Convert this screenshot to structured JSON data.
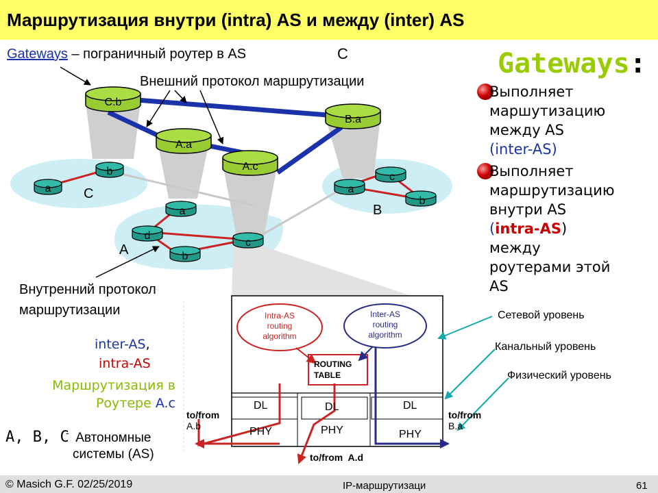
{
  "title": "Маршрутизация внутри (intra) AS и между (inter) AS",
  "gateways_def": {
    "term": "Gateways",
    "rest": " – пограничный роутер в AS",
    "as": "C"
  },
  "external_protocol_label": "Внешний протокол маршрутизации",
  "internal_protocol_label": {
    "line1": "Внутренний протокол",
    "line2": "маршрутизации"
  },
  "as_labels": {
    "C": "C",
    "B": "B",
    "A": "A"
  },
  "routers": {
    "Cb": "C.b",
    "Ba": "B.a",
    "Aa": "A.a",
    "Ac": "A.c",
    "C_a": "a",
    "C_b": "b",
    "A_a": "a",
    "A_d": "d",
    "A_b": "b",
    "A_c": "c",
    "B_a": "a",
    "B_c": "c",
    "B_b": "b"
  },
  "right_panel": {
    "heading": "Gateways",
    "colon": ":",
    "item1": {
      "l1": "Выполняет",
      "l2": "маршутизацию",
      "l3": "между AS",
      "l4": "(inter-AS)"
    },
    "item2": {
      "l1": "Выполняет",
      "l2": "маршрутизацию",
      "l3": "внутри AS",
      "l4_open": "(",
      "l4_term": "intra-AS",
      "l4_close": ")",
      "l5": "между",
      "l6": "роутерами этой",
      "l7": "AS"
    }
  },
  "left_legend": {
    "inter": "inter-AS",
    "inter_comma": ",",
    "intra": "intra-AS",
    "routing_l1": "Маршрутизация в",
    "routing_l2_prefix": "Роутере ",
    "routing_l2_router": "A.c",
    "as_letters": "A, B, C",
    "as_dash": " -",
    "as_l1": "Автономные",
    "as_l2": "системы (AS)"
  },
  "router_internals": {
    "intra_l1": "Intra-AS",
    "intra_l2": "routing",
    "intra_l3": "algorithm",
    "inter_l1": "Inter-AS",
    "inter_l2": "routing",
    "inter_l3": "algorithm",
    "table_l1": "ROUTING",
    "table_l2": "TABLE",
    "dl": "DL",
    "phy": "PHY",
    "to_ab_l1": "to/from",
    "to_ab_l2": "A.b",
    "to_ba_l1": "to/from",
    "to_ba_l2": "B.a",
    "to_ad": "to/from  A.d"
  },
  "layers": {
    "network": "Сетевой уровень",
    "link": "Канальный уровень",
    "physical": "Физический уровень"
  },
  "footer": {
    "left": "© Masich G.F. 02/25/2019",
    "center": "IP-маршрутизаци",
    "page": "61"
  },
  "colors": {
    "title_bg": "#ffff66",
    "router": "#99cc33",
    "inter_link": "#1a33aa",
    "intra_link": "#cc2222",
    "as_cloud": "#cdeef5",
    "heading_green": "#99cc00",
    "teal_arrow": "#11aaaa"
  }
}
